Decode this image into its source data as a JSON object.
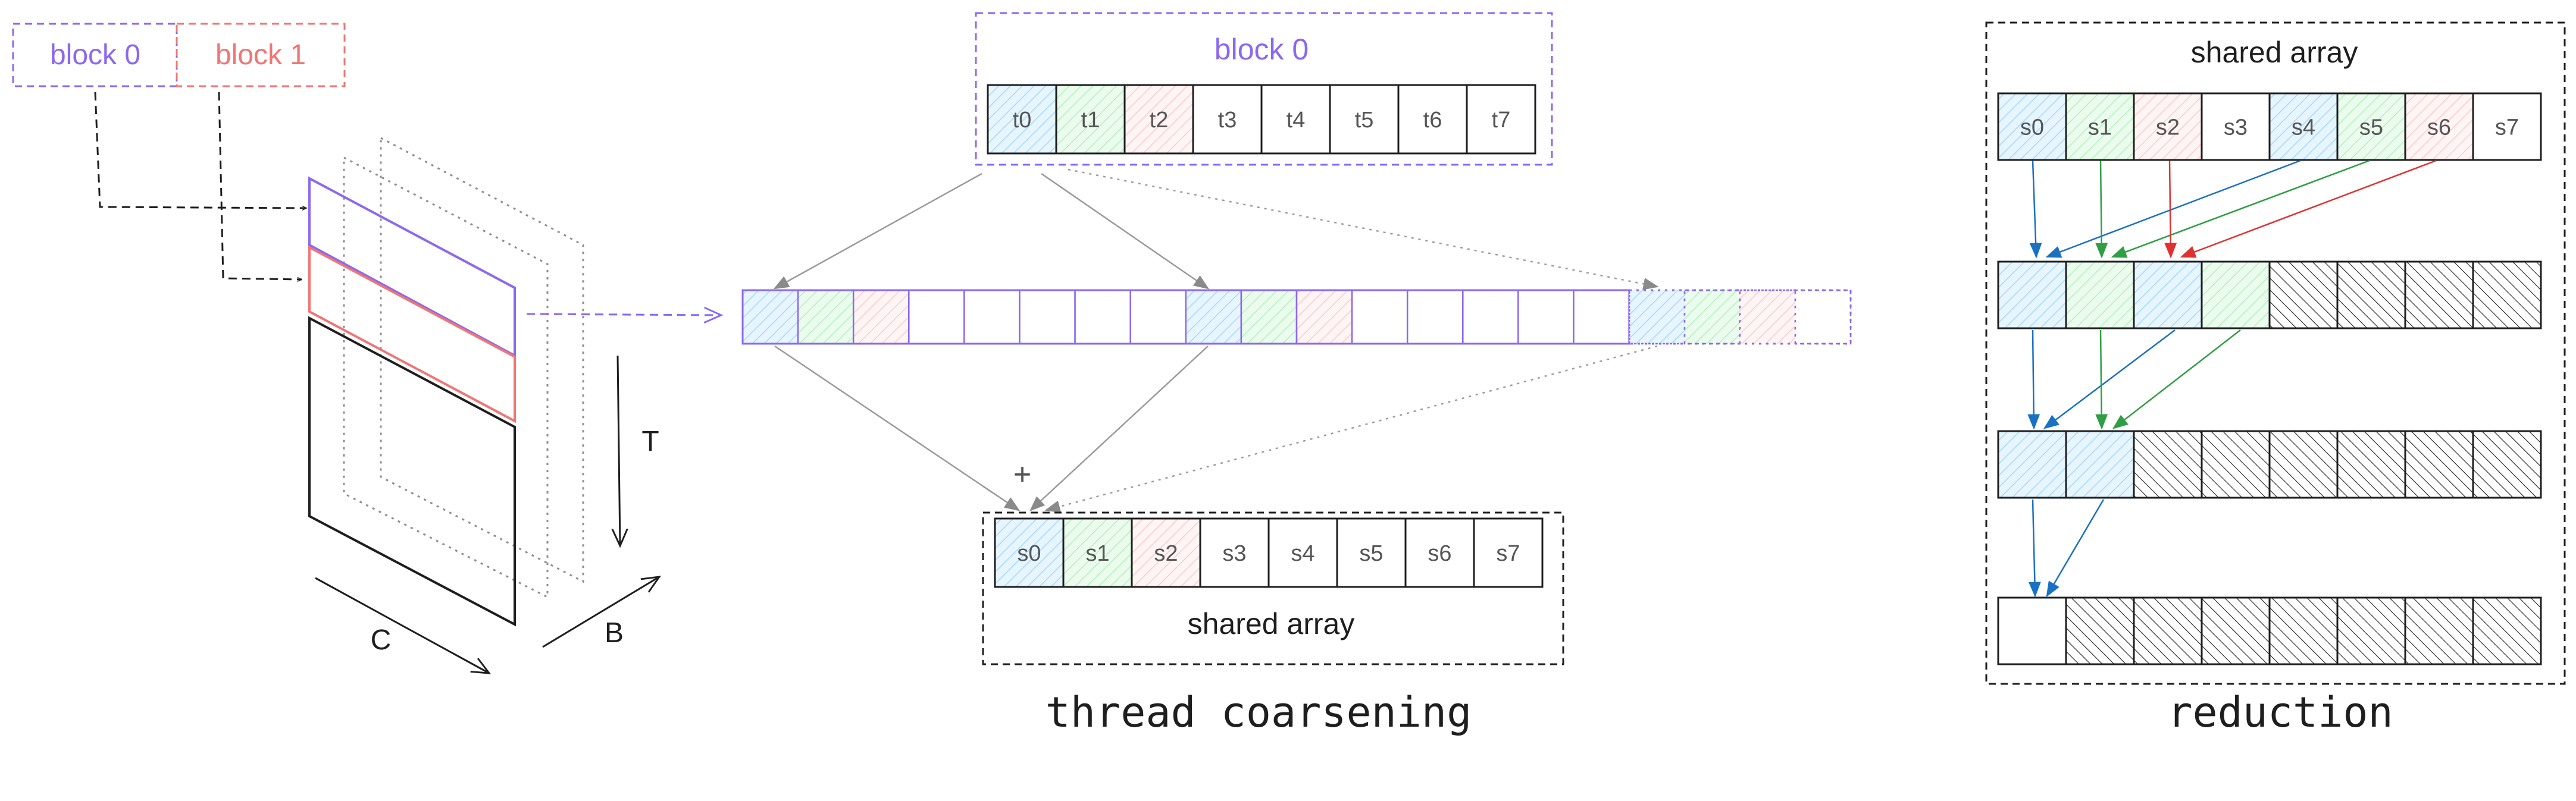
{
  "colors": {
    "purple": "#8b68f0",
    "red": "#f07575",
    "black": "#1e1e1e",
    "gray": "#9a9a9a",
    "blue": "#1971c2",
    "green": "#2f9e44",
    "arrow_red": "#e03131",
    "fill_blue": "#a5d8ff",
    "fill_green": "#b2f2bb",
    "fill_red": "#ffc9c9"
  },
  "panel_blocks": {
    "block0_label": "block 0",
    "block1_label": "block 1",
    "axis_t": "T",
    "axis_c": "C",
    "axis_b": "B"
  },
  "panel_coarsening": {
    "block_label": "block 0",
    "threads": [
      "t0",
      "t1",
      "t2",
      "t3",
      "t4",
      "t5",
      "t6",
      "t7"
    ],
    "thread_colors": [
      "blue",
      "green",
      "red",
      "none",
      "none",
      "none",
      "none",
      "none"
    ],
    "data_cells": [
      "blue",
      "green",
      "red",
      "none",
      "none",
      "none",
      "none",
      "none",
      "blue",
      "green",
      "red",
      "none",
      "none",
      "none",
      "none",
      "none"
    ],
    "overflow_cells": [
      "blue",
      "green",
      "red",
      "none"
    ],
    "plus_sign": "+",
    "shared": [
      "s0",
      "s1",
      "s2",
      "s3",
      "s4",
      "s5",
      "s6",
      "s7"
    ],
    "shared_colors": [
      "blue",
      "green",
      "red",
      "none",
      "none",
      "none",
      "none",
      "none"
    ],
    "shared_label": "shared array",
    "caption": "thread coarsening"
  },
  "panel_reduction": {
    "title": "shared array",
    "cells": [
      "s0",
      "s1",
      "s2",
      "s3",
      "s4",
      "s5",
      "s6",
      "s7"
    ],
    "cell_colors": [
      "blue",
      "green",
      "red",
      "none",
      "blue",
      "green",
      "red",
      "none"
    ],
    "levels": [
      [
        "blue",
        "green",
        "blue",
        "green",
        "hatch",
        "hatch",
        "hatch",
        "hatch"
      ],
      [
        "blue",
        "blue",
        "hatch",
        "hatch",
        "hatch",
        "hatch",
        "hatch",
        "hatch"
      ],
      [
        "none",
        "hatch",
        "hatch",
        "hatch",
        "hatch",
        "hatch",
        "hatch",
        "hatch"
      ]
    ],
    "caption": "reduction"
  }
}
